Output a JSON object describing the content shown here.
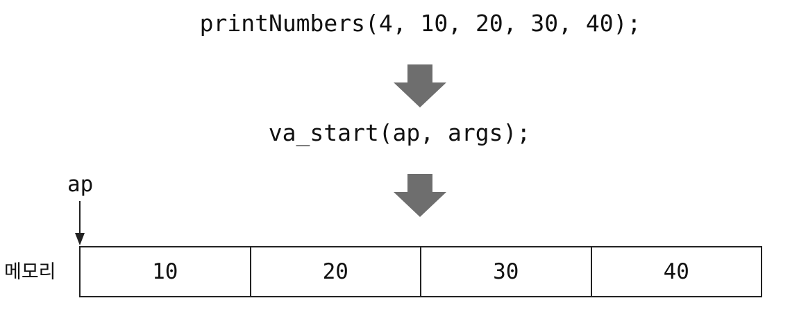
{
  "code": {
    "call": "printNumbers(4, 10, 20, 30, 40);",
    "va_start": "va_start(ap, args);"
  },
  "pointer": {
    "label": "ap"
  },
  "memory": {
    "label": "메모리",
    "cells": [
      "10",
      "20",
      "30",
      "40"
    ]
  },
  "colors": {
    "arrow": "#6e6e6e",
    "outline": "#222222",
    "text": "#111111"
  },
  "icons": {
    "flow_arrow": "down-arrow-icon",
    "pointer_arrow": "pointer-arrow-icon"
  }
}
